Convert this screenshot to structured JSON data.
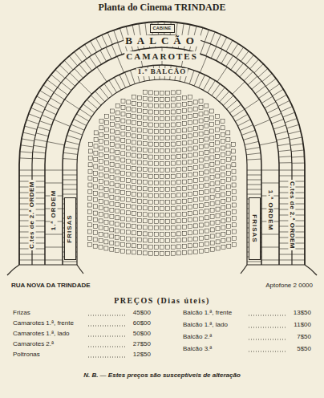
{
  "diagram": {
    "title": "Planta do Cinema TRINDADE",
    "nodes": [
      {
        "text": [
          "CABINE"
        ]
      },
      {
        "text": [
          "FRISAS"
        ]
      },
      {
        "text": [
          "FRISAS"
        ]
      }
    ],
    "labels": [
      "BALCÃO",
      "CAMAROTES",
      "1.º BALCÃO",
      "C.tes de 2.ª ORDEM",
      "1.ª ORDEM",
      "1.ª ORDEM",
      "C.tes de 2.ª ORDEM",
      "RUA NOVA DA TRINDADE",
      "Aptofone 2 0000",
      "PREÇOS (Dias úteis)",
      "Frizas",
      "45$00",
      "Camarotes 1.ª, frente",
      "60$00",
      "Camarotes 1.ª, lado",
      "50$00",
      "Camarotes 2.ª",
      "27$50",
      "Poltronas",
      "12$50",
      "Balcão 1.ª, frente",
      "13$50",
      "Balcão 1.ª, lado",
      "11$00",
      "Balcão 2.ª",
      "7$50",
      "Balcão 3.ª",
      "5$50",
      "N. B. — Estes preços são susceptíveis de alteração"
    ]
  }
}
